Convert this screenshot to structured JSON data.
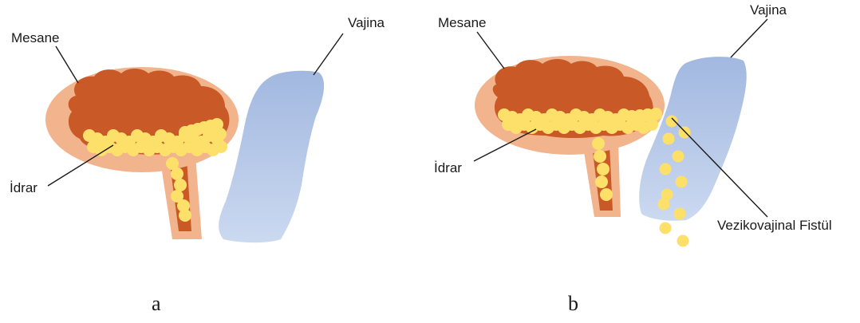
{
  "panel_a": {
    "caption": "a",
    "labels": {
      "bladder": "Mesane",
      "vagina": "Vajina",
      "urine": "İdrar"
    }
  },
  "panel_b": {
    "caption": "b",
    "labels": {
      "bladder": "Mesane",
      "vagina": "Vajina",
      "urine": "İdrar",
      "fistula": "Vezikovajinal Fistül"
    }
  },
  "colors": {
    "bladder_outer": "#f2b48c",
    "bladder_inner": "#c95a28",
    "urine": "#fde06a",
    "vagina": "#a9bfe3"
  }
}
